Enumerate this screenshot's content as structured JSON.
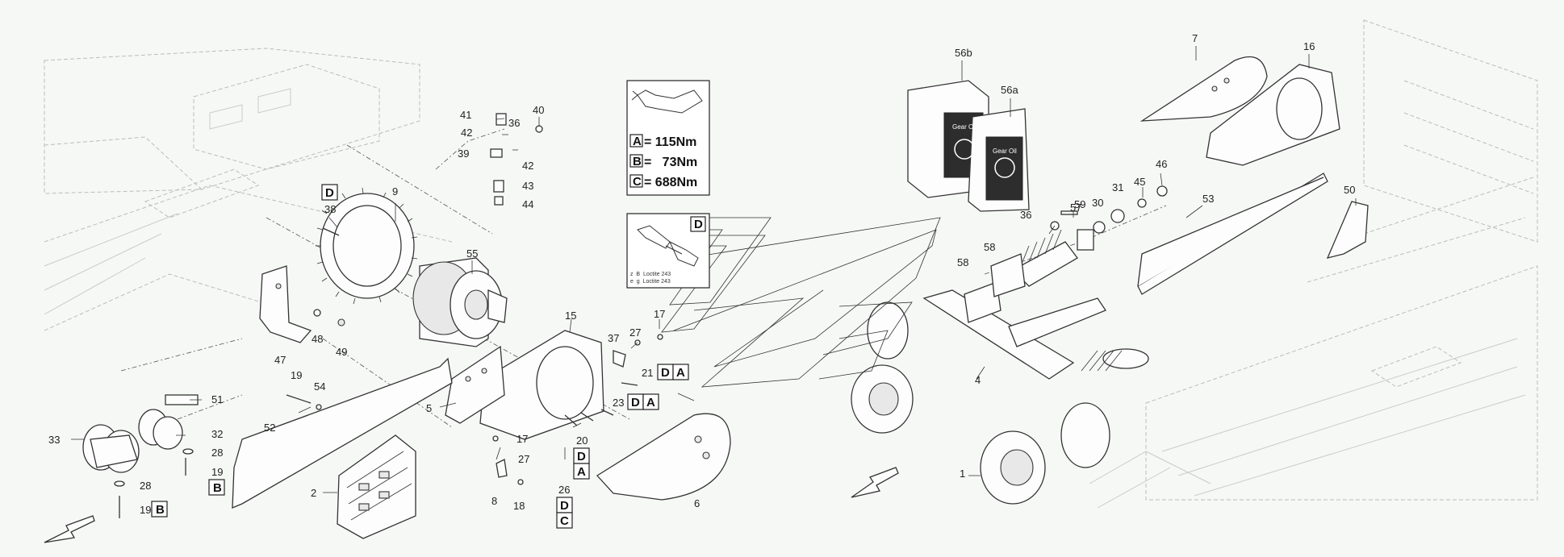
{
  "callouts": [
    {
      "id": "c9",
      "text": "9"
    },
    {
      "id": "c38",
      "text": "38"
    },
    {
      "id": "c55",
      "text": "55"
    },
    {
      "id": "c41",
      "text": "41"
    },
    {
      "id": "c40",
      "text": "40"
    },
    {
      "id": "c42a",
      "text": "42"
    },
    {
      "id": "c36a",
      "text": "36"
    },
    {
      "id": "c39",
      "text": "39"
    },
    {
      "id": "c42b",
      "text": "42"
    },
    {
      "id": "c43",
      "text": "43"
    },
    {
      "id": "c44",
      "text": "44"
    },
    {
      "id": "c47",
      "text": "47"
    },
    {
      "id": "c48",
      "text": "48"
    },
    {
      "id": "c49",
      "text": "49"
    },
    {
      "id": "c15",
      "text": "15"
    },
    {
      "id": "c17a",
      "text": "17"
    },
    {
      "id": "c37",
      "text": "37"
    },
    {
      "id": "c27a",
      "text": "27"
    },
    {
      "id": "c21",
      "text": "21"
    },
    {
      "id": "c23",
      "text": "23"
    },
    {
      "id": "c5",
      "text": "5"
    },
    {
      "id": "c19a",
      "text": "19"
    },
    {
      "id": "c54",
      "text": "54"
    },
    {
      "id": "c51",
      "text": "51"
    },
    {
      "id": "c52",
      "text": "52"
    },
    {
      "id": "c33",
      "text": "33"
    },
    {
      "id": "c32",
      "text": "32"
    },
    {
      "id": "c28a",
      "text": "28"
    },
    {
      "id": "c19b",
      "text": "19"
    },
    {
      "id": "c28b",
      "text": "28"
    },
    {
      "id": "c19c",
      "text": "19"
    },
    {
      "id": "c2",
      "text": "2"
    },
    {
      "id": "c17b",
      "text": "17"
    },
    {
      "id": "c27b",
      "text": "27"
    },
    {
      "id": "c8",
      "text": "8"
    },
    {
      "id": "c18",
      "text": "18"
    },
    {
      "id": "c20",
      "text": "20"
    },
    {
      "id": "c26",
      "text": "26"
    },
    {
      "id": "c6",
      "text": "6"
    },
    {
      "id": "c56b",
      "text": "56b"
    },
    {
      "id": "c56a",
      "text": "56a"
    },
    {
      "id": "c7",
      "text": "7"
    },
    {
      "id": "c16",
      "text": "16"
    },
    {
      "id": "c46",
      "text": "46"
    },
    {
      "id": "c31",
      "text": "31"
    },
    {
      "id": "c45",
      "text": "45"
    },
    {
      "id": "c59",
      "text": "59"
    },
    {
      "id": "c36b",
      "text": "36"
    },
    {
      "id": "c30",
      "text": "30"
    },
    {
      "id": "c57",
      "text": "57"
    },
    {
      "id": "c58a",
      "text": "58"
    },
    {
      "id": "c58b",
      "text": "58"
    },
    {
      "id": "c53",
      "text": "53"
    },
    {
      "id": "c50",
      "text": "50"
    },
    {
      "id": "c4",
      "text": "4"
    },
    {
      "id": "c1",
      "text": "1"
    }
  ],
  "refs": {
    "D_main": "D",
    "D_21": "D",
    "A_21": "A",
    "D_23": "D",
    "A_23": "A",
    "B_19a": "B",
    "B_19b": "B",
    "D_20": "D",
    "A_20": "A",
    "D_26": "D",
    "C_26": "C"
  },
  "torque_table": {
    "rows": [
      {
        "key": "A",
        "value": "= 115Nm"
      },
      {
        "key": "B",
        "value": "=   73Nm"
      },
      {
        "key": "C",
        "value": "= 688Nm"
      }
    ]
  },
  "loctite_box": {
    "key": "D",
    "line1": "z  B  Loctite 243",
    "line2": "e  g  Loctite 243"
  },
  "oil_label": "Gear Oil",
  "colors": {
    "background": "#f6f8f6",
    "line": "#333333",
    "ghost": "#b9bdb9"
  }
}
